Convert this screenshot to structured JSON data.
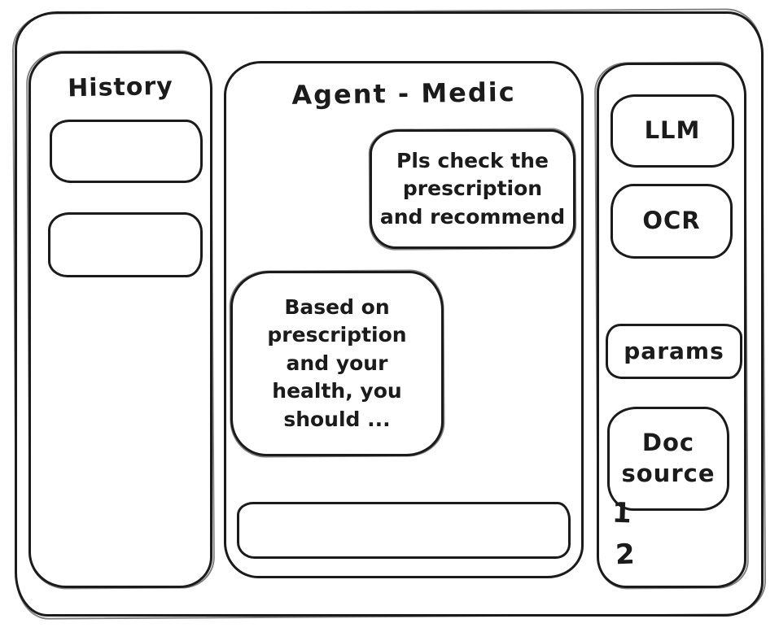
{
  "colors": {
    "ink": "#1b1b1b",
    "background": "#ffffff"
  },
  "sidebar": {
    "title": "History",
    "items": [
      {
        "label": ""
      },
      {
        "label": ""
      }
    ]
  },
  "chat": {
    "title": "Agent - Medic",
    "messages": [
      {
        "role": "user",
        "text": "Pls check the\nprescription\nand recommend"
      },
      {
        "role": "assistant",
        "text": "Based on\nprescription\nand your\nhealth, you\nshould ..."
      }
    ],
    "input": {
      "value": ""
    }
  },
  "tools": {
    "buttons": [
      {
        "label": "LLM"
      },
      {
        "label": "OCR"
      },
      {
        "label": "params"
      },
      {
        "label": "Doc source"
      }
    ],
    "doc_sources": [
      {
        "label": "1"
      },
      {
        "label": "2"
      }
    ]
  }
}
